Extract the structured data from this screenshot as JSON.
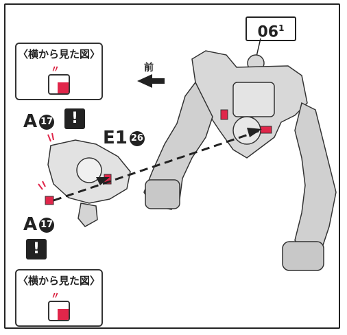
{
  "step": {
    "number": "06",
    "sub": "1"
  },
  "side_view_label": "〈横から見た図〉",
  "front_label": "前",
  "parts": {
    "top_left": {
      "letter": "A",
      "num": "17"
    },
    "middle": {
      "letter": "E1",
      "num": "26"
    },
    "bottom_left": {
      "letter": "A",
      "num": "17"
    }
  },
  "warning_glyph": "!",
  "colors": {
    "accent": "#e0264a",
    "ink": "#222222",
    "part_gray": "#d8d8d8"
  }
}
